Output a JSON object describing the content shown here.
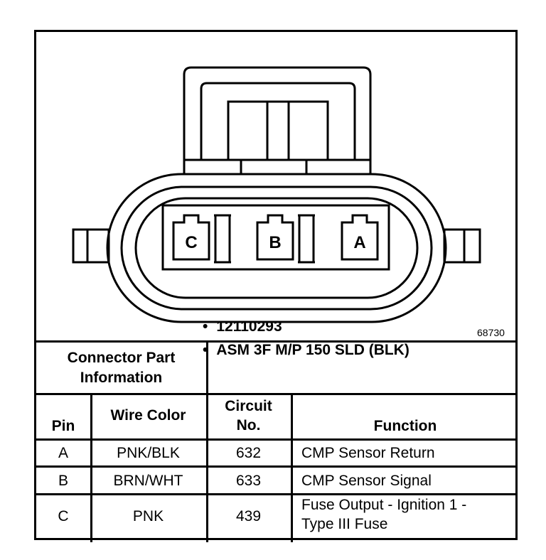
{
  "figure_number": "68730",
  "pins": [
    "C",
    "B",
    "A"
  ],
  "connector_info": {
    "label_line1": "Connector Part",
    "label_line2": "Information",
    "items": [
      "12110293",
      "ASM 3F M/P 150 SLD (BLK)"
    ]
  },
  "table": {
    "headers": {
      "pin": "Pin",
      "wire_color": "Wire Color",
      "circuit_line1": "Circuit",
      "circuit_line2": "No.",
      "function": "Function"
    },
    "rows": [
      {
        "pin": "A",
        "wire_color": "PNK/BLK",
        "circuit": "632",
        "function_line1": "CMP Sensor Return",
        "function_line2": ""
      },
      {
        "pin": "B",
        "wire_color": "BRN/WHT",
        "circuit": "633",
        "function_line1": "CMP Sensor Signal",
        "function_line2": ""
      },
      {
        "pin": "C",
        "wire_color": "PNK",
        "circuit": "439",
        "function_line1": "Fuse Output - Ignition 1 -",
        "function_line2": "Type III Fuse"
      }
    ]
  }
}
